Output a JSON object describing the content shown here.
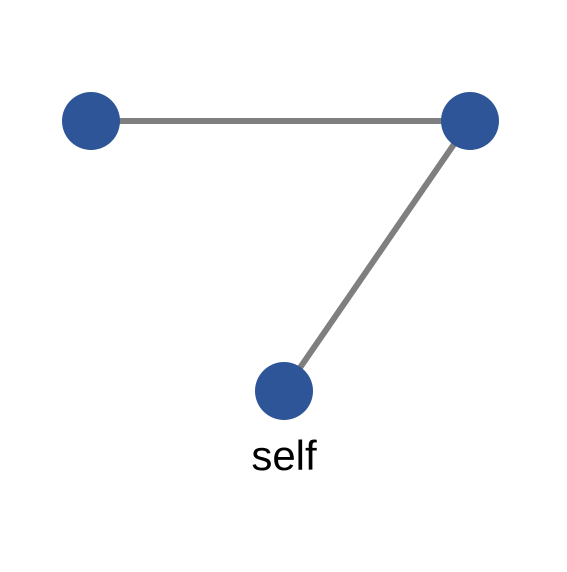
{
  "graph": {
    "nodes": [
      {
        "id": "n1",
        "label": ""
      },
      {
        "id": "n2",
        "label": ""
      },
      {
        "id": "self",
        "label": "self"
      }
    ],
    "edges": [
      {
        "from": "n1",
        "to": "n2"
      },
      {
        "from": "n2",
        "to": "self"
      }
    ]
  },
  "colors": {
    "node": "#2e5597",
    "edge": "#7f7f7f",
    "label": "#000000",
    "background": "#ffffff"
  }
}
